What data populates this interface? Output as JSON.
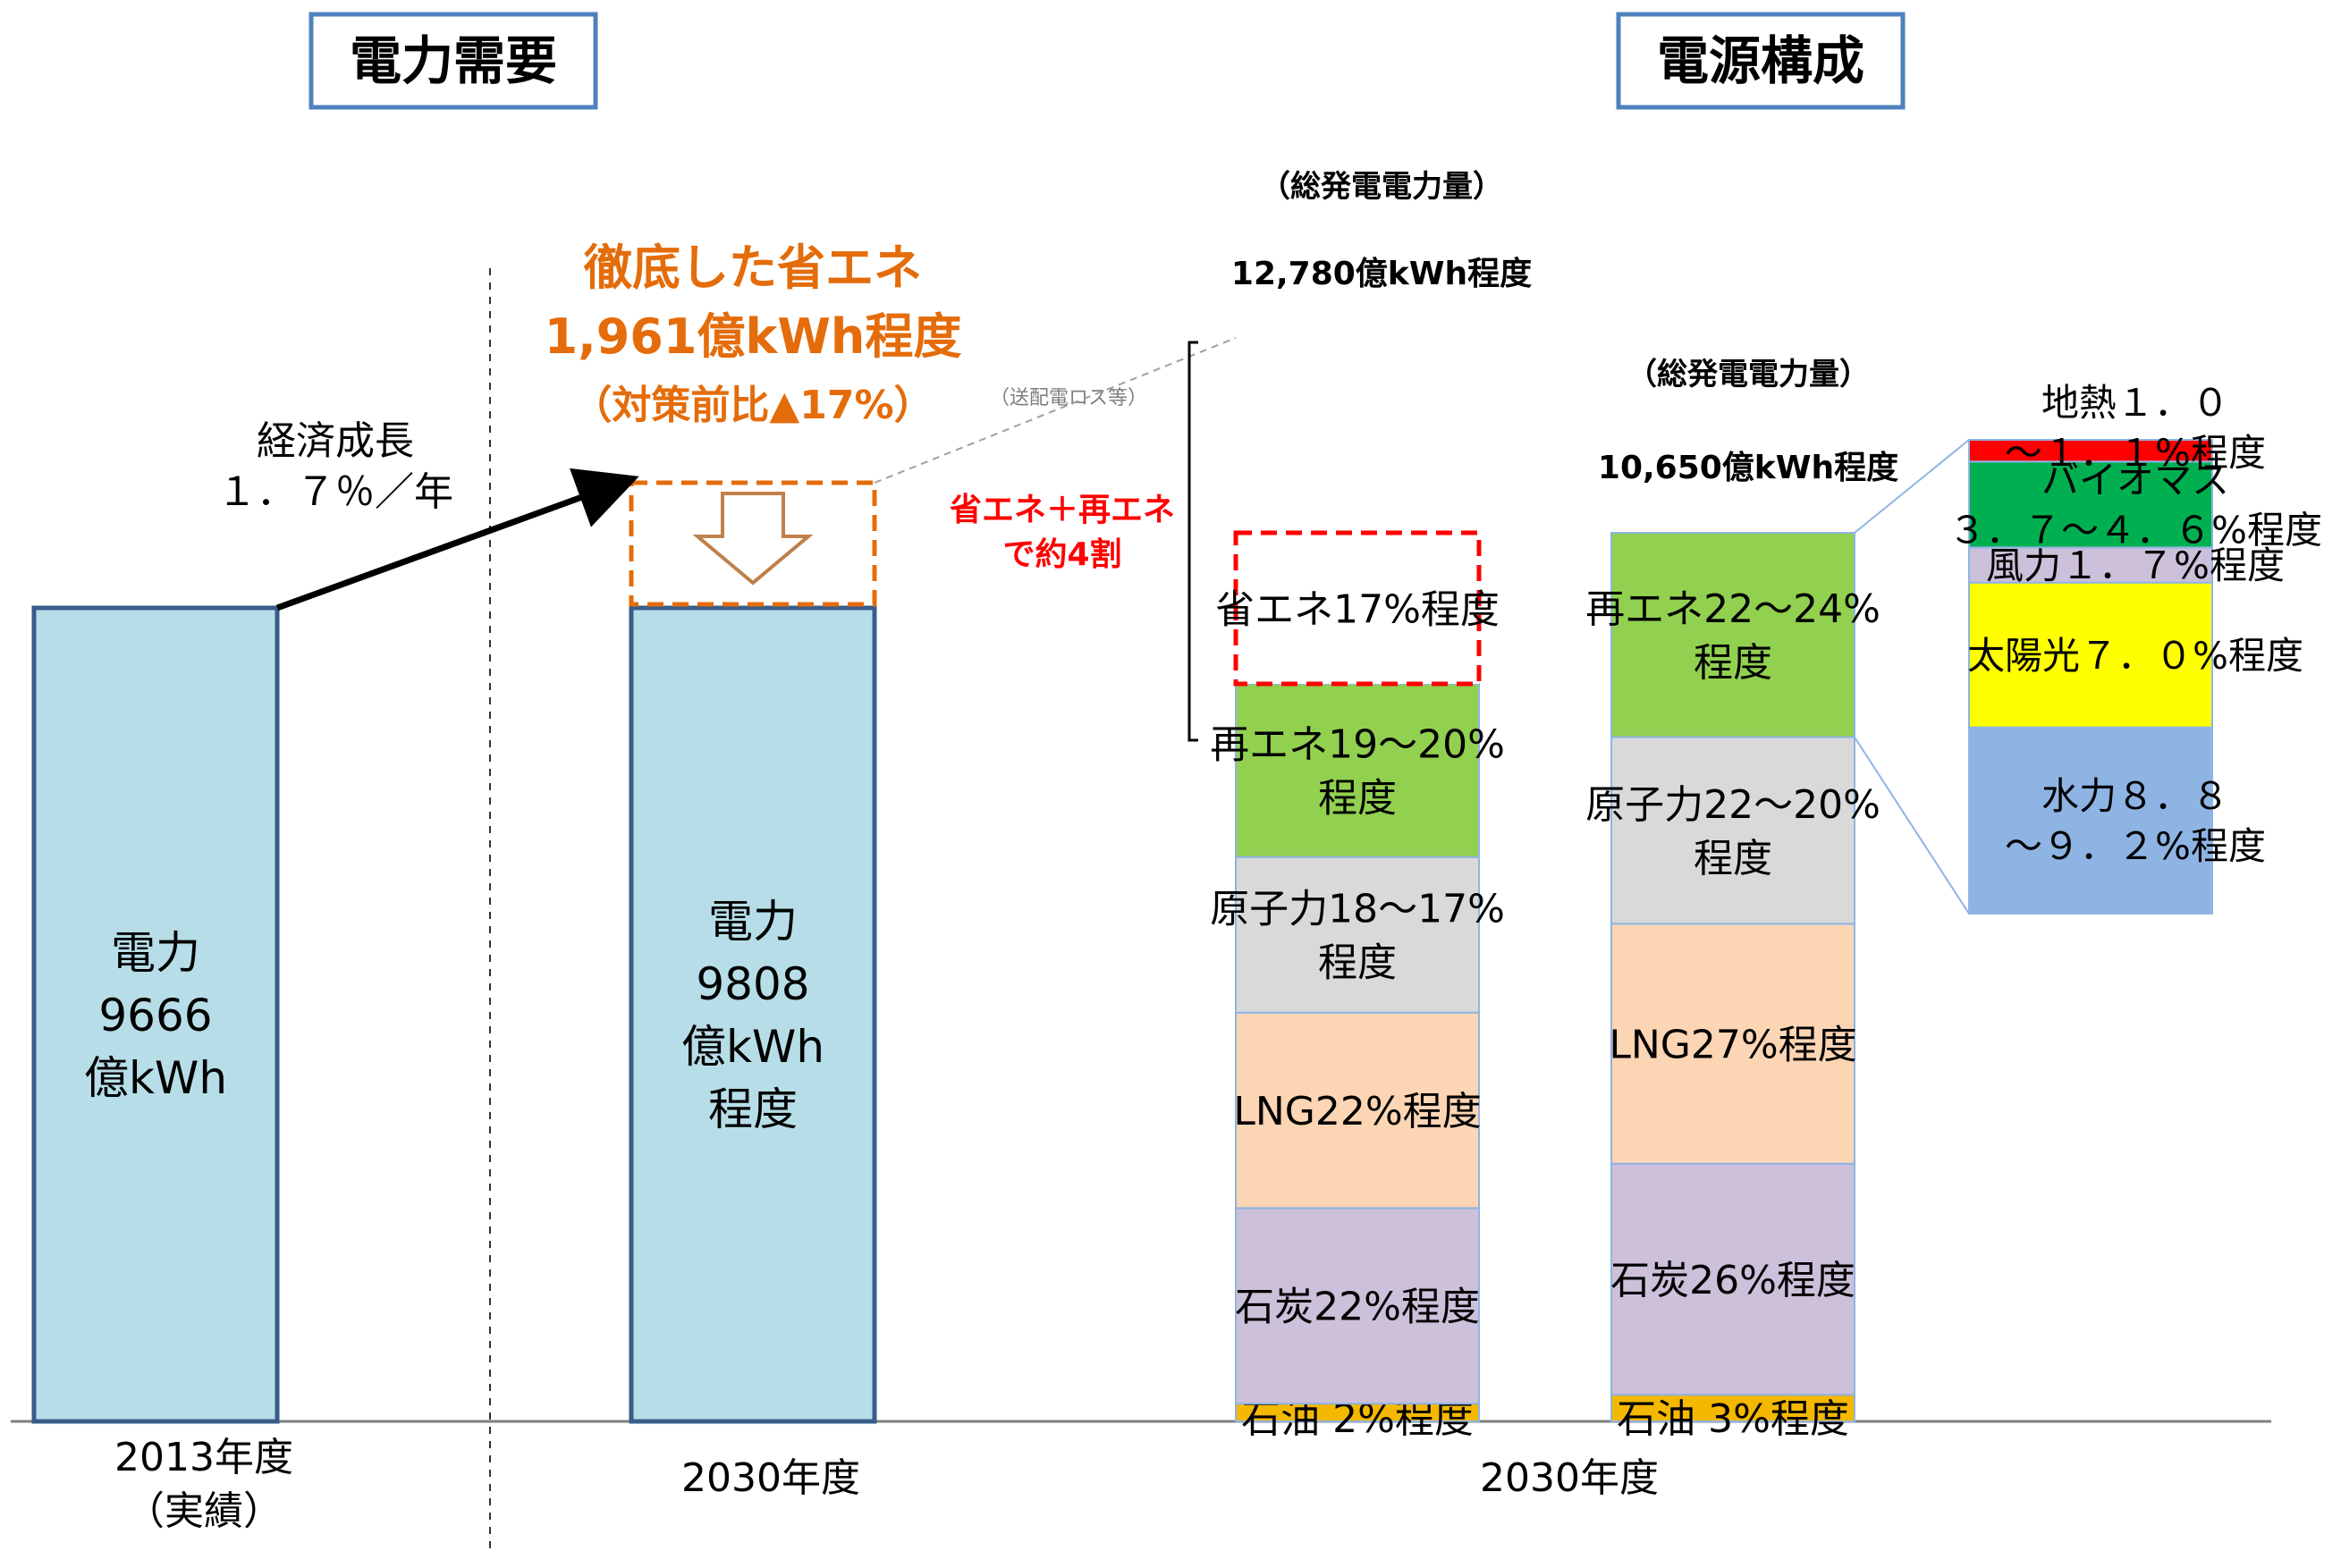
{
  "headers": {
    "demand": "電力需要",
    "supply": "電源構成"
  },
  "demand": {
    "growth_label": [
      "経済成長",
      "１．７％／年"
    ],
    "saving_title": "徹底した省エネ",
    "saving_amount": "1,961億kWh程度",
    "saving_ratio": "（対策前比▲17%）",
    "loss_note": "（送配電ロス等）",
    "bar2013_lines": [
      "電力",
      "9666",
      "億kWh"
    ],
    "bar2030_lines": [
      "電力",
      "9808",
      "億kWh",
      "程度"
    ],
    "cat2013_lines": [
      "2013年度",
      "（実績）"
    ],
    "cat2030": "2030年度"
  },
  "supply": {
    "total_label_a": "（総発電電力量）",
    "total_value_a": "12,780億kWh程度",
    "total_label_b": "（総発電電力量）",
    "total_value_b": "10,650億kWh程度",
    "bracket_note": [
      "省エネ＋再エネ",
      "で約4割"
    ],
    "cat": "2030年度"
  },
  "chart_data": [
    {
      "type": "bar",
      "title": "電力需要",
      "categories": [
        "2013年度（実績）",
        "2030年度"
      ],
      "values": [
        9666,
        9808
      ],
      "unit": "億kWh",
      "saving": {
        "value": 1961,
        "label": "1,961億kWh程度",
        "ratio_pct": -17
      }
    },
    {
      "type": "bar",
      "stacked": true,
      "title": "電源構成",
      "categories": [
        "12,780億kWh程度",
        "10,650億kWh程度"
      ],
      "series": [
        {
          "name": "石油",
          "values": [
            2,
            3
          ],
          "labels": [
            "石油 2%程度",
            "石油 3%程度"
          ],
          "color": "#f5b800"
        },
        {
          "name": "石炭",
          "values": [
            22,
            26
          ],
          "labels": [
            "石炭22%程度",
            "石炭26%程度"
          ],
          "color": "#ccc0da"
        },
        {
          "name": "LNG",
          "values": [
            22,
            27
          ],
          "labels": [
            "LNG22%程度",
            "LNG27%程度"
          ],
          "color": "#fcd5b4"
        },
        {
          "name": "原子力",
          "values": [
            17.5,
            21
          ],
          "labels": [
            "原子力18～17%|程度",
            "原子力22～20%|程度"
          ],
          "color": "#d9d9d9"
        },
        {
          "name": "再エネ",
          "values": [
            19.5,
            23
          ],
          "labels": [
            "再エネ19～20%|程度",
            "再エネ22～24%|程度"
          ],
          "color": "#92d050"
        },
        {
          "name": "省エネ",
          "values": [
            17,
            0
          ],
          "labels": [
            "省エネ17%程度",
            ""
          ],
          "color": "#ffffff"
        }
      ],
      "renewable_breakdown": [
        {
          "name": "水力",
          "range": [
            8.8,
            9.2
          ],
          "label": "水力８．８|～９．２%程度",
          "color": "#8eb4e3"
        },
        {
          "name": "太陽光",
          "range": [
            7.0,
            7.0
          ],
          "label": "太陽光７．０%程度",
          "color": "#ffff00"
        },
        {
          "name": "風力",
          "range": [
            1.7,
            1.7
          ],
          "label": "風力１．７%程度",
          "color": "#ccc0da"
        },
        {
          "name": "バイオマス",
          "range": [
            3.7,
            4.6
          ],
          "label": "バイオマス|３．７～４．６%程度",
          "color": "#00b050"
        },
        {
          "name": "地熱",
          "range": [
            1.0,
            1.1
          ],
          "label": "地熱１．０|～１．１%程度",
          "color": "#ff0000"
        }
      ]
    }
  ]
}
